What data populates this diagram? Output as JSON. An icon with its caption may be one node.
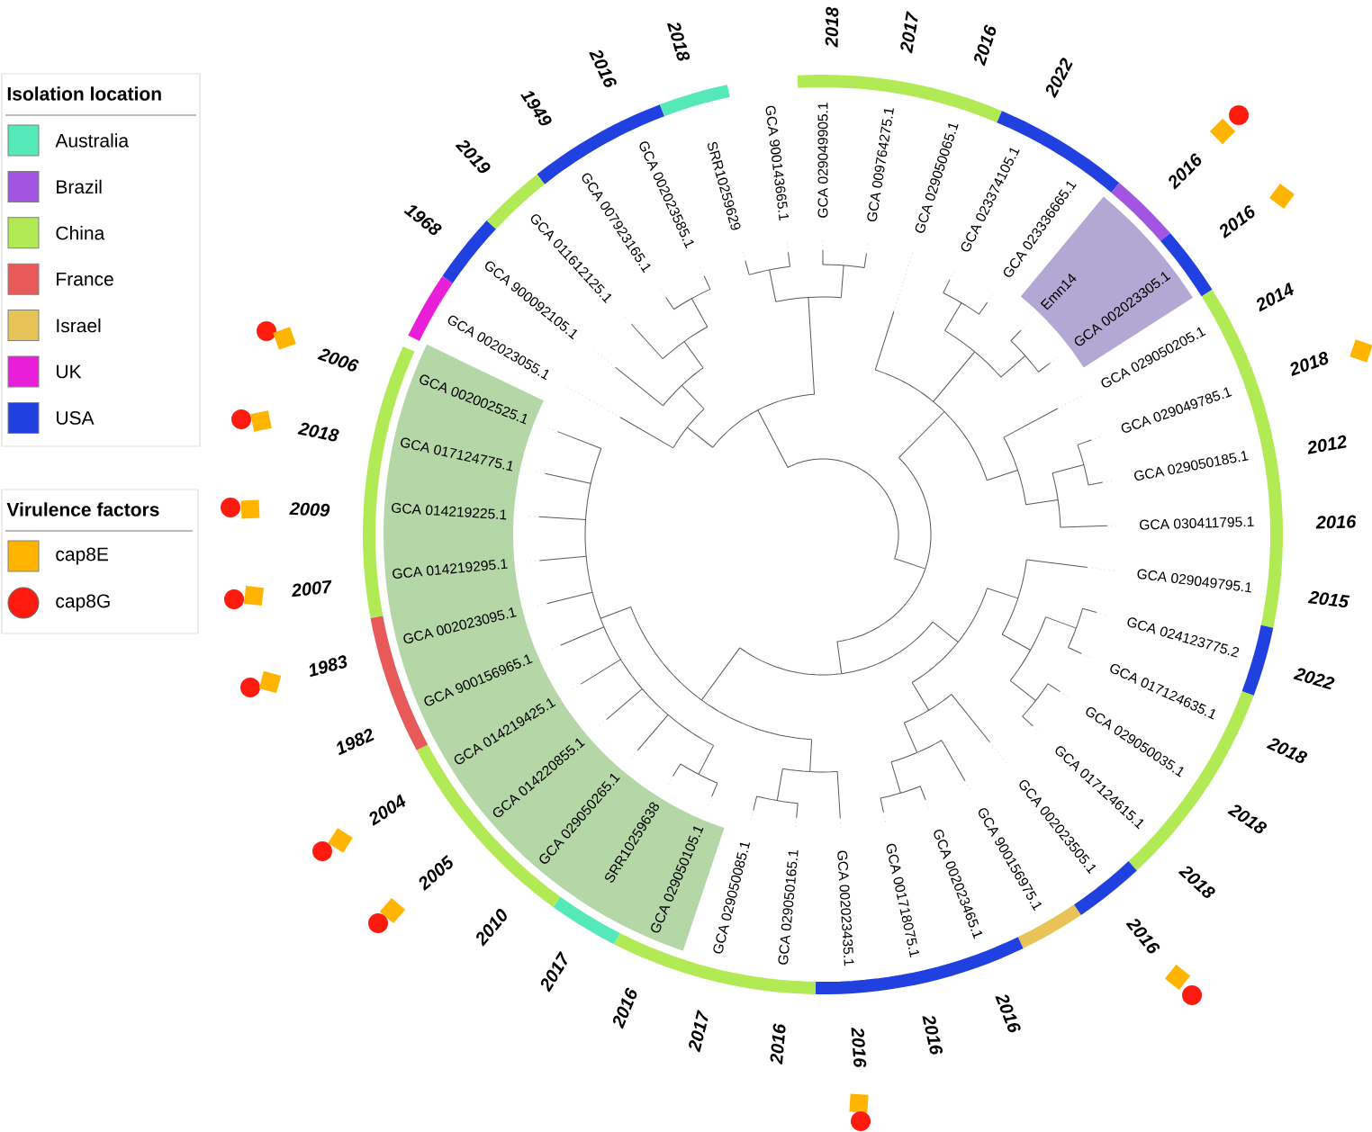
{
  "diagram": {
    "nodes": [
      {
        "text": [
          "GCA 002002525.1",
          "GCA 017124775.1",
          "GCA 014219225.1",
          "GCA 014219295.1",
          "GCA 002023095.1",
          "GCA 900156965.1",
          "GCA 014219425.1",
          "GCA 014220855.1",
          "GCA 029050265.1",
          "SRR10259638",
          "GCA 029050105.1"
        ]
      },
      {
        "text": [
          "Emn14",
          "GCA 002023305.1"
        ]
      }
    ],
    "labels": [
      "Isolation location",
      "Virulence factors",
      "GCA 029049905.1",
      "GCA 009764275.1",
      "GCA 029050065.1",
      "GCA 023374105.1",
      "GCA 023336665.1",
      "GCA 029050205.1",
      "GCA 029049785.1",
      "GCA 029050185.1",
      "GCA 030411795.1",
      "GCA 029049795.1",
      "GCA 024123775.2",
      "GCA 017124635.1",
      "GCA 029050035.1",
      "GCA 017124615.1",
      "GCA 002023505.1",
      "GCA 900156975.1",
      "GCA 002023465.1",
      "GCA 001718075.1",
      "GCA 002023435.1",
      "GCA 029050165.1",
      "GCA 029050085.1",
      "GCA 002023055.1",
      "GCA 900092105.1",
      "GCA 011612125.1",
      "GCA 007923165.1",
      "GCA 002023585.1",
      "SRR10259629",
      "GCA 900143665.1",
      "2018",
      "2017",
      "2016",
      "2022",
      "2016",
      "2016",
      "2014",
      "2018",
      "2012",
      "2016",
      "2015",
      "2022",
      "2018",
      "2018",
      "2018",
      "2016",
      "2016",
      "2016",
      "2016",
      "2016",
      "2017",
      "2016",
      "2017",
      "2010",
      "2005",
      "2004",
      "1982",
      "1983",
      "2007",
      "2009",
      "2018",
      "2006",
      "1968",
      "2019",
      "1949",
      "2016",
      "2018"
    ],
    "legend": [
      {
        "text": "Australia",
        "color": "#55e8b8"
      },
      {
        "text": "Brazil",
        "color": "#a255e0"
      },
      {
        "text": "China",
        "color": "#b2ea55"
      },
      {
        "text": "France",
        "color": "#e85a5a"
      },
      {
        "text": "Israel",
        "color": "#e8c458"
      },
      {
        "text": "UK",
        "color": "#e81ed8"
      },
      {
        "text": "USA",
        "color": "#2040e0"
      },
      {
        "text": "cap8E",
        "color": "#ffb400"
      },
      {
        "text": "cap8G",
        "color": "#ff1a10"
      }
    ]
  }
}
